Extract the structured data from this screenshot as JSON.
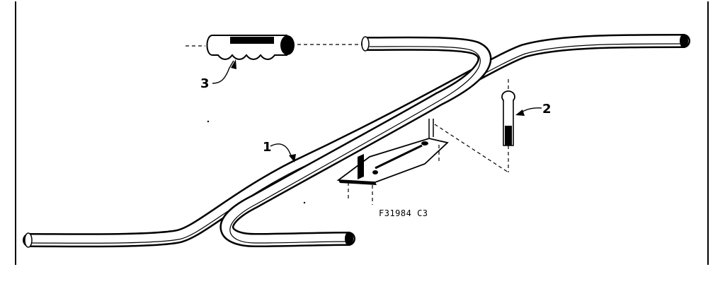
{
  "diagram": {
    "part_callouts": [
      {
        "id": "part-1",
        "label": "1"
      },
      {
        "id": "part-2",
        "label": "2"
      },
      {
        "id": "part-3",
        "label": "3"
      }
    ],
    "figure_code": "F31984 C3"
  }
}
